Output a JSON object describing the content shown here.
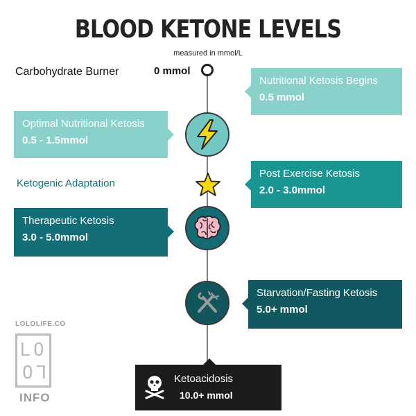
{
  "header": {
    "title": "BLOOD KETONE LEVELS",
    "subtitle": "measured in mmol/L"
  },
  "timeline": {
    "start_label": "Carbohydrate Burner",
    "start_value": "0 mmol",
    "side_label": "Ketogenic Adaptation"
  },
  "stages": [
    {
      "name": "Nutritional Ketosis Begins",
      "value": "0.5 mmol",
      "color": "#8ad1cc"
    },
    {
      "name": "Optimal Nutritional Ketosis",
      "value": "0.5 - 1.5mmol",
      "color": "#8ad1cc",
      "icon": "lightning-bolt-icon"
    },
    {
      "name": "Post Exercise Ketosis",
      "value": "2.0 - 3.0mmol",
      "color": "#1a9591",
      "icon": "star-icon"
    },
    {
      "name": "Therapeutic Ketosis",
      "value": "3.0 - 5.0mmol",
      "color": "#136e77",
      "icon": "brain-icon"
    },
    {
      "name": "Starvation/Fasting Ketosis",
      "value": "5.0+ mmol",
      "color": "#115860",
      "icon": "fork-knife-icon"
    },
    {
      "name": "Ketoacidosis",
      "value": "10.0+ mmol",
      "color": "#1c1c1c",
      "icon": "skull-crossbones-icon"
    }
  ],
  "branding": {
    "site": "LOLOLIFE.CO",
    "logo_top": "LO",
    "logo_bottom": "LO",
    "info": "INFO"
  }
}
